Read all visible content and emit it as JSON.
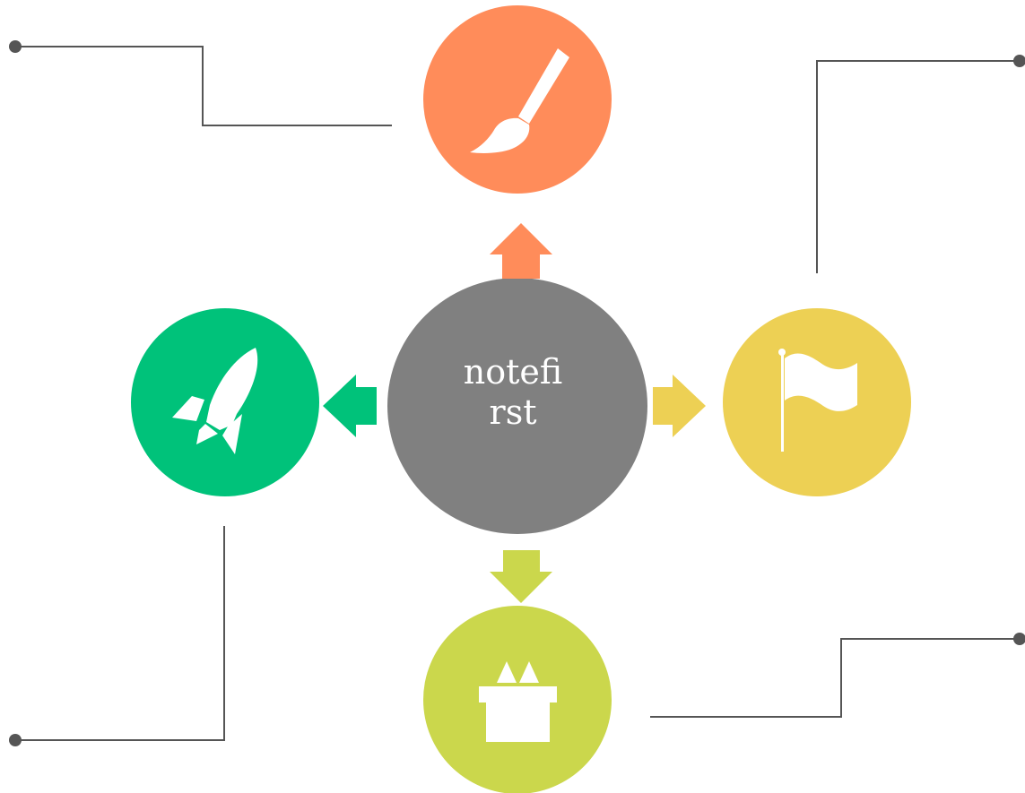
{
  "center": {
    "line1": "notefi",
    "line2": "rst",
    "color": "#808080"
  },
  "nodes": [
    {
      "name": "top",
      "icon": "paintbrush-icon",
      "color": "#FF8C5A"
    },
    {
      "name": "right",
      "icon": "flag-icon",
      "color": "#EDD054"
    },
    {
      "name": "bottom",
      "icon": "gift-icon",
      "color": "#CBD74C"
    },
    {
      "name": "left",
      "icon": "rocket-icon",
      "color": "#00C27A"
    }
  ],
  "connector_color": "#555555"
}
